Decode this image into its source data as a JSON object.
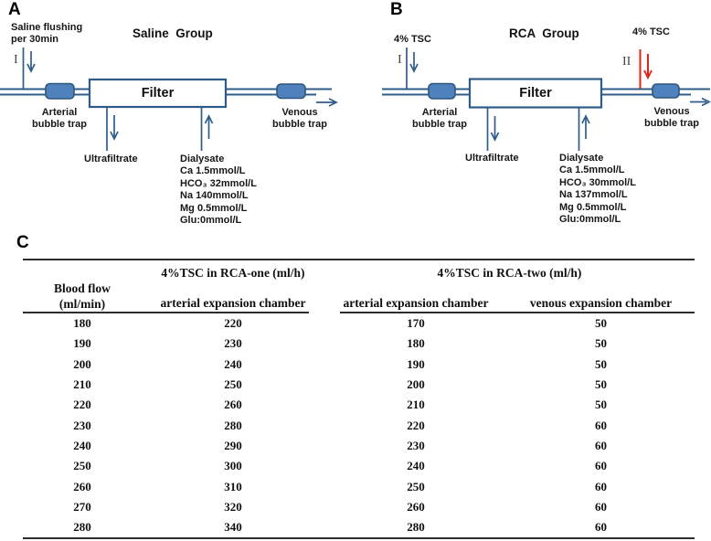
{
  "figure": {
    "panel_a": {
      "label": "A",
      "title": "Saline  Group",
      "inlet_label_line1": "Saline flushing",
      "inlet_label_line2": "per 30min",
      "inlet_marker": "I",
      "filter_label": "Filter",
      "arterial_trap_line1": "Arterial",
      "arterial_trap_line2": "bubble trap",
      "venous_trap_line1": "Venous",
      "venous_trap_line2": "bubble trap",
      "ultrafiltrate_label": "Ultrafiltrate",
      "dialysate_title": "Dialysate",
      "dialysate_lines": [
        "Ca 1.5mmol/L",
        "HCO₃ 32mmol/L",
        "Na 140mmol/L",
        "Mg 0.5mmol/L",
        "Glu:0mmol/L"
      ]
    },
    "panel_b": {
      "label": "B",
      "title": "RCA  Group",
      "inlet1_label": "4% TSC",
      "inlet1_marker": "I",
      "inlet2_label": "4% TSC",
      "inlet2_marker": "II",
      "filter_label": "Filter",
      "arterial_trap_line1": "Arterial",
      "arterial_trap_line2": "bubble trap",
      "venous_trap_line1": "Venous",
      "venous_trap_line2": "bubble trap",
      "ultrafiltrate_label": "Ultrafiltrate",
      "dialysate_title": "Dialysate",
      "dialysate_lines": [
        "Ca 1.5mmol/L",
        "HCO₃ 30mmol/L",
        "Na 137mmol/L",
        "Mg 0.5mmol/L",
        "Glu:0mmol/L"
      ]
    },
    "panel_c": {
      "label": "C",
      "table": {
        "group_headers": [
          "4%TSC in RCA-one (ml/h)",
          "4%TSC in RCA-two (ml/h)"
        ],
        "col1_header_line1": "Blood flow",
        "col1_header_line2": "(ml/min)",
        "col_headers": [
          "arterial expansion chamber",
          "arterial expansion chamber",
          "venous expansion chamber"
        ],
        "rows": [
          [
            "180",
            "220",
            "170",
            "50"
          ],
          [
            "190",
            "230",
            "180",
            "50"
          ],
          [
            "200",
            "240",
            "190",
            "50"
          ],
          [
            "210",
            "250",
            "200",
            "50"
          ],
          [
            "220",
            "260",
            "210",
            "50"
          ],
          [
            "230",
            "280",
            "220",
            "60"
          ],
          [
            "240",
            "290",
            "230",
            "60"
          ],
          [
            "250",
            "300",
            "240",
            "60"
          ],
          [
            "260",
            "310",
            "250",
            "60"
          ],
          [
            "270",
            "320",
            "260",
            "60"
          ],
          [
            "280",
            "340",
            "280",
            "60"
          ]
        ]
      }
    },
    "colors": {
      "diagram_blue": "#2e5c8a",
      "trap_fill": "#4f81bd",
      "trap_border": "#31567d",
      "highlight_red": "#e2231a",
      "rule_color": "#2e2e2e"
    }
  },
  "chart_data": {
    "type": "table",
    "title": "4%TSC infusion rates by blood flow",
    "columns": [
      "Blood flow (ml/min)",
      "RCA-one arterial expansion chamber (ml/h)",
      "RCA-two arterial expansion chamber (ml/h)",
      "RCA-two venous expansion chamber (ml/h)"
    ],
    "rows": [
      [
        180,
        220,
        170,
        50
      ],
      [
        190,
        230,
        180,
        50
      ],
      [
        200,
        240,
        190,
        50
      ],
      [
        210,
        250,
        200,
        50
      ],
      [
        220,
        260,
        210,
        50
      ],
      [
        230,
        280,
        220,
        60
      ],
      [
        240,
        290,
        230,
        60
      ],
      [
        250,
        300,
        240,
        60
      ],
      [
        260,
        310,
        250,
        60
      ],
      [
        270,
        320,
        260,
        60
      ],
      [
        280,
        340,
        280,
        60
      ]
    ]
  }
}
